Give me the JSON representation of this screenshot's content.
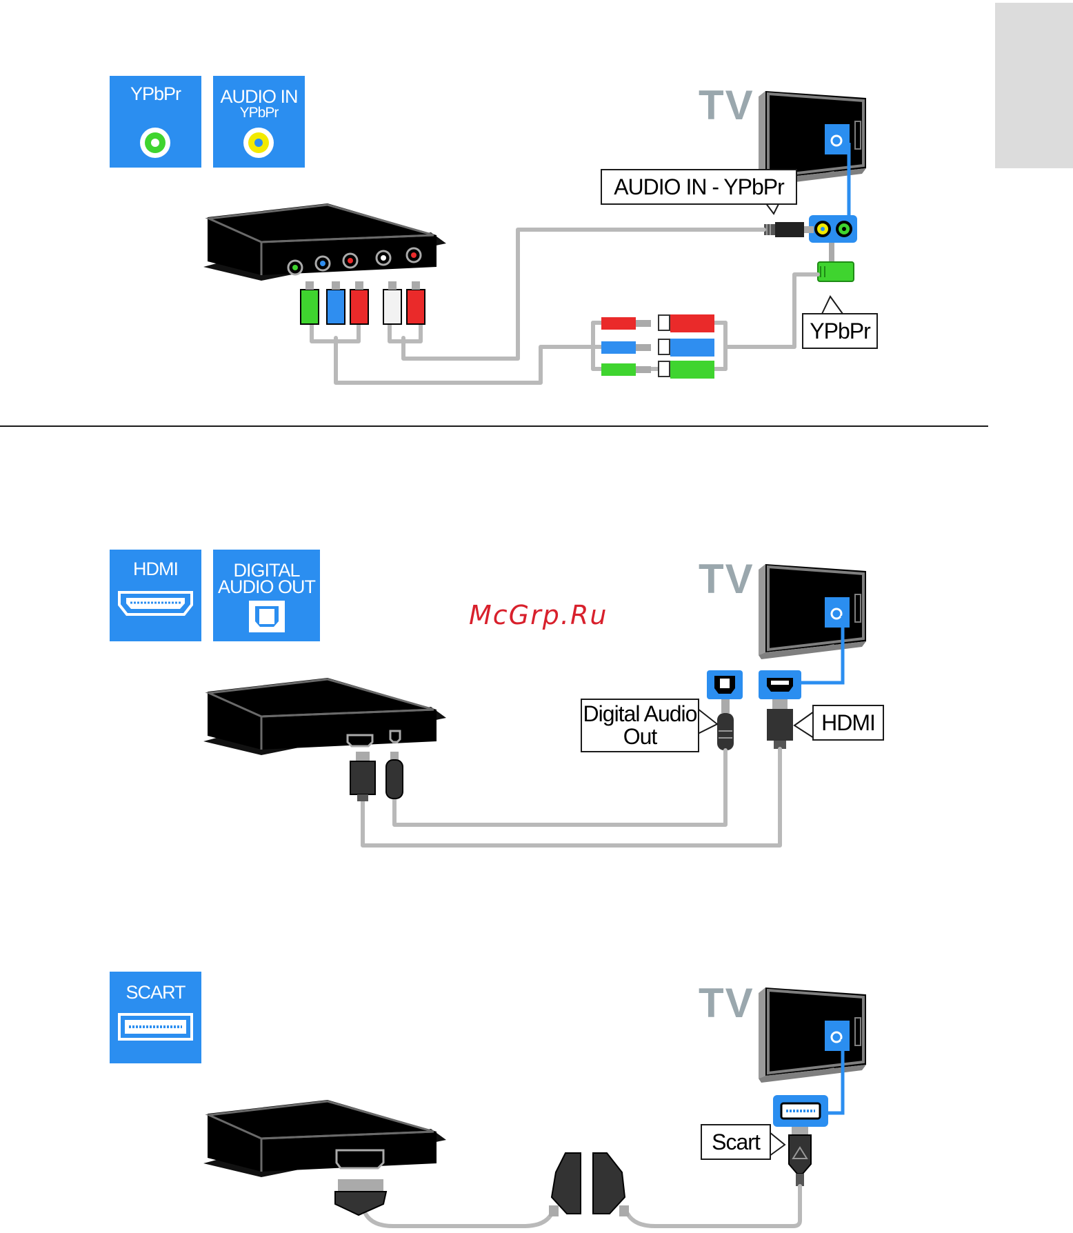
{
  "page": {
    "tab_color": "#dcdcdc",
    "accent": "#2b8ef0",
    "watermark": "McGrp.Ru"
  },
  "sections": [
    {
      "badges": [
        {
          "title": "YPbPr",
          "icon": "green-jack-icon"
        },
        {
          "title": "AUDIO IN",
          "subtitle": "YPbPr",
          "icon": "yellow-jack-icon"
        }
      ],
      "tv_label": "TV",
      "callouts": [
        "AUDIO IN - YPbPr",
        "YPbPr"
      ]
    },
    {
      "badges": [
        {
          "title": "HDMI",
          "icon": "hdmi-port-icon"
        },
        {
          "title": "DIGITAL",
          "subtitle": "AUDIO OUT",
          "icon": "optical-port-icon"
        }
      ],
      "tv_label": "TV",
      "callouts": [
        "Digital Audio Out",
        "HDMI"
      ]
    },
    {
      "badges": [
        {
          "title": "SCART",
          "icon": "scart-port-icon"
        }
      ],
      "tv_label": "TV",
      "callouts": [
        "Scart"
      ]
    }
  ],
  "colors": {
    "cable": "#b9b9b9",
    "plug_green": "#3fd42f",
    "plug_blue": "#2f8ef0",
    "plug_red": "#ea2a2a",
    "plug_white": "#f2f2f2",
    "jack_yellow": "#f2ea00"
  }
}
